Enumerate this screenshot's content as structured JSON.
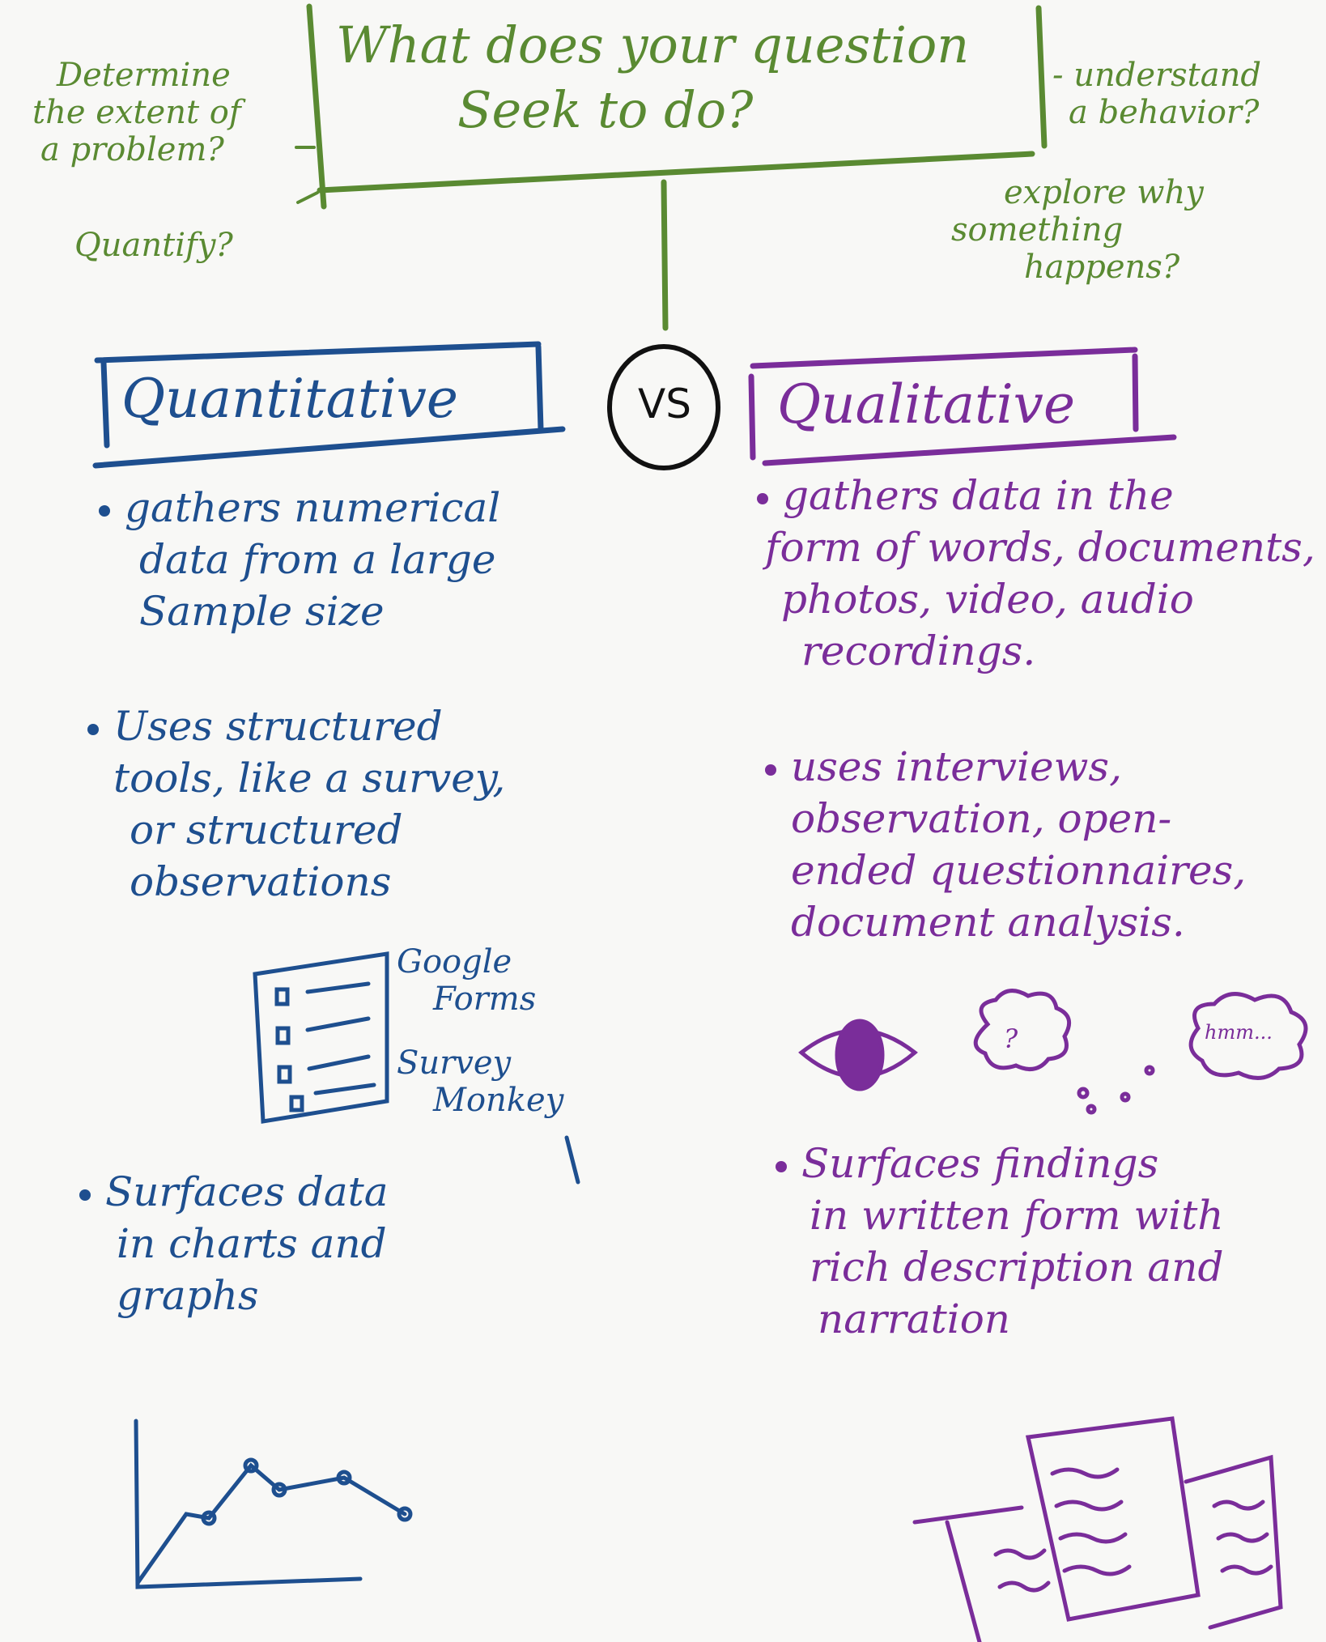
{
  "title": {
    "line1": "What does your question",
    "line2": "Seek to do?"
  },
  "left_prompts": {
    "extent": [
      "Determine",
      "the extent of",
      "a problem?"
    ],
    "quantify": "Quantify?"
  },
  "right_prompts": {
    "behavior": [
      "- understand",
      "a behavior?"
    ],
    "explore": [
      "explore why",
      "something",
      "happens?"
    ]
  },
  "vs": "VS",
  "quantitative": {
    "heading": "Quantitative",
    "bullets": [
      [
        "gathers numerical",
        "data from a large",
        "Sample size"
      ],
      [
        "Uses structured",
        "tools, like a survey,",
        "or structured",
        "observations"
      ],
      [
        "Surfaces data",
        "in charts and",
        "graphs"
      ]
    ],
    "tools": [
      "Google",
      "Forms",
      "Survey",
      "Monkey"
    ]
  },
  "qualitative": {
    "heading": "Qualitative",
    "bullets": [
      [
        "gathers data in the",
        "form of words, documents,",
        "photos, video, audio",
        "recordings."
      ],
      [
        "uses interviews,",
        "observation, open-",
        "ended questionnaires,",
        "document analysis."
      ],
      [
        "Surfaces findings",
        "in written form with",
        "rich description and",
        "narration"
      ]
    ],
    "thought_bubble": "?",
    "speech_bubble": "hmm..."
  },
  "colors": {
    "green": "#5a8a32",
    "blue": "#1e4f8f",
    "purple": "#7a2d9a"
  }
}
